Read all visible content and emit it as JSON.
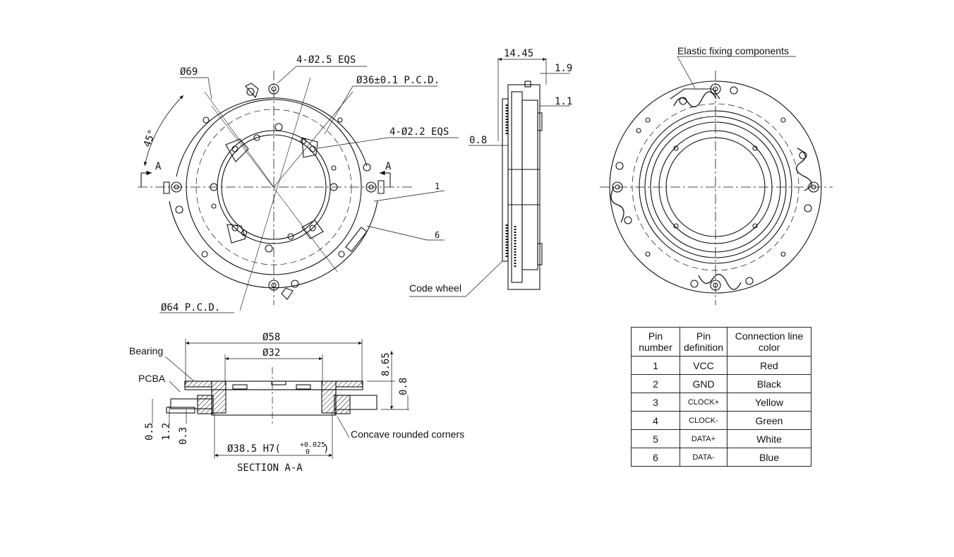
{
  "front_view": {
    "labels": {
      "hole_eqs_large": "4-Ø2.5 EQS",
      "outer_dia": "Ø69",
      "pcd_36": "Ø36±0.1 P.C.D.",
      "hole_eqs_small": "4-Ø2.2 EQS",
      "angle": "45°",
      "section_left": "A",
      "section_right": "A",
      "callout_1": "1",
      "callout_6": "6",
      "pcd_64": "Ø64 P.C.D."
    }
  },
  "side_view": {
    "labels": {
      "width": "14.45",
      "dim_19": "1.9",
      "dim_11": "1.1",
      "dim_08": "0.8",
      "code_wheel": "Code wheel"
    }
  },
  "back_view": {
    "labels": {
      "elastic": "Elastic fixing components"
    }
  },
  "section_view": {
    "labels": {
      "dia_58": "Ø58",
      "dia_32": "Ø32",
      "bearing": "Bearing",
      "pcba": "PCBA",
      "h865": "8.65",
      "h08": "0.8",
      "h05": "0.5",
      "h12": "1.2",
      "h03": "0.3",
      "concave": "Concave rounded corners",
      "bore": "Ø38.5 H7(",
      "tol_upper": "+0.025",
      "tol_lower": "0",
      "bore_close": ")",
      "title": "SECTION A-A"
    }
  },
  "pin_table": {
    "headers": {
      "pin_number": "Pin number",
      "pin_definition": "Pin definition",
      "line_color": "Connection line color"
    },
    "rows": [
      {
        "pin": "1",
        "definition": "VCC",
        "color": "Red"
      },
      {
        "pin": "2",
        "definition": "GND",
        "color": "Black"
      },
      {
        "pin": "3",
        "definition": "CLOCK+",
        "color": "Yellow"
      },
      {
        "pin": "4",
        "definition": "CLOCK-",
        "color": "Green"
      },
      {
        "pin": "5",
        "definition": "DATA+",
        "color": "White"
      },
      {
        "pin": "6",
        "definition": "DATA-",
        "color": "Blue"
      }
    ]
  }
}
